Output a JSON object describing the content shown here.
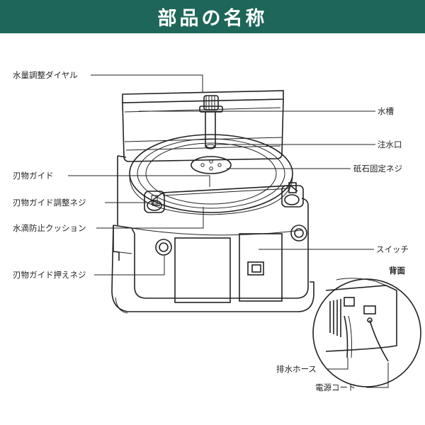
{
  "header": {
    "title": "部品の名称",
    "background": "#1d6659"
  },
  "labels": {
    "water_dial": "水量調整ダイヤル",
    "water_tank": "水槽",
    "water_outlet": "注水口",
    "stone_screw": "砥石固定ネジ",
    "blade_guide": "刃物ガイド",
    "guide_adjust_screw": "刃物ガイド調整ネジ",
    "splash_cushion": "水滴防止クッション",
    "switch": "スイッチ",
    "guide_press_screw": "刃物ガイド押えネジ",
    "back": "背面",
    "drain_hose": "排水ホース",
    "power_cord": "電源コード"
  }
}
